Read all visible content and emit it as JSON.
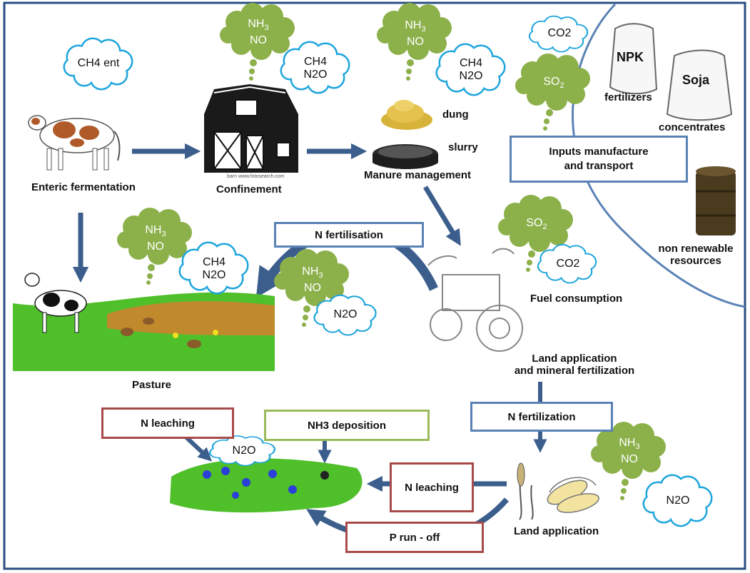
{
  "labels": {
    "enteric": "Enteric fermentation",
    "confinement": "Confinement",
    "manure": "Manure management",
    "dung": "dung",
    "slurry": "slurry",
    "fertilizers": "fertilizers",
    "concentrates": "concentrates",
    "non_renewable_1": "non renewable",
    "non_renewable_2": "resources",
    "fuel": "Fuel consumption",
    "land_app_1": "Land application",
    "land_app_2": "and mineral fertilization",
    "pasture": "Pasture",
    "land_application": "Land application",
    "npk": "NPK",
    "soja": "Soja",
    "barn_caption": "barn www.fotosearch.com"
  },
  "boxes": {
    "inputs_1": "Inputs manufacture",
    "inputs_2": "and transport",
    "n_fertilisation": "N fertilisation",
    "n_fertilization": "N fertilization",
    "n_leaching_left": "N leaching",
    "nh3_deposition": "NH3 deposition",
    "n_leaching_right": "N leaching",
    "p_runoff": "P run - off"
  },
  "bubbles": {
    "ch4_ent": "CH4 ent",
    "ch4": "CH4",
    "n2o": "N2O",
    "co2": "CO2",
    "nh": "NH",
    "sub3": "3",
    "no": "NO",
    "so": "SO",
    "sub2": "2"
  },
  "colors": {
    "frame_border": "#2a4f82",
    "arrow": "#3b5e8c",
    "green_cloud": "#8cb04a",
    "blue_cloud": "#1ea5dc",
    "box_blue": "#5a82b5",
    "box_red": "#a84a4a",
    "box_green": "#9bbb5a"
  }
}
